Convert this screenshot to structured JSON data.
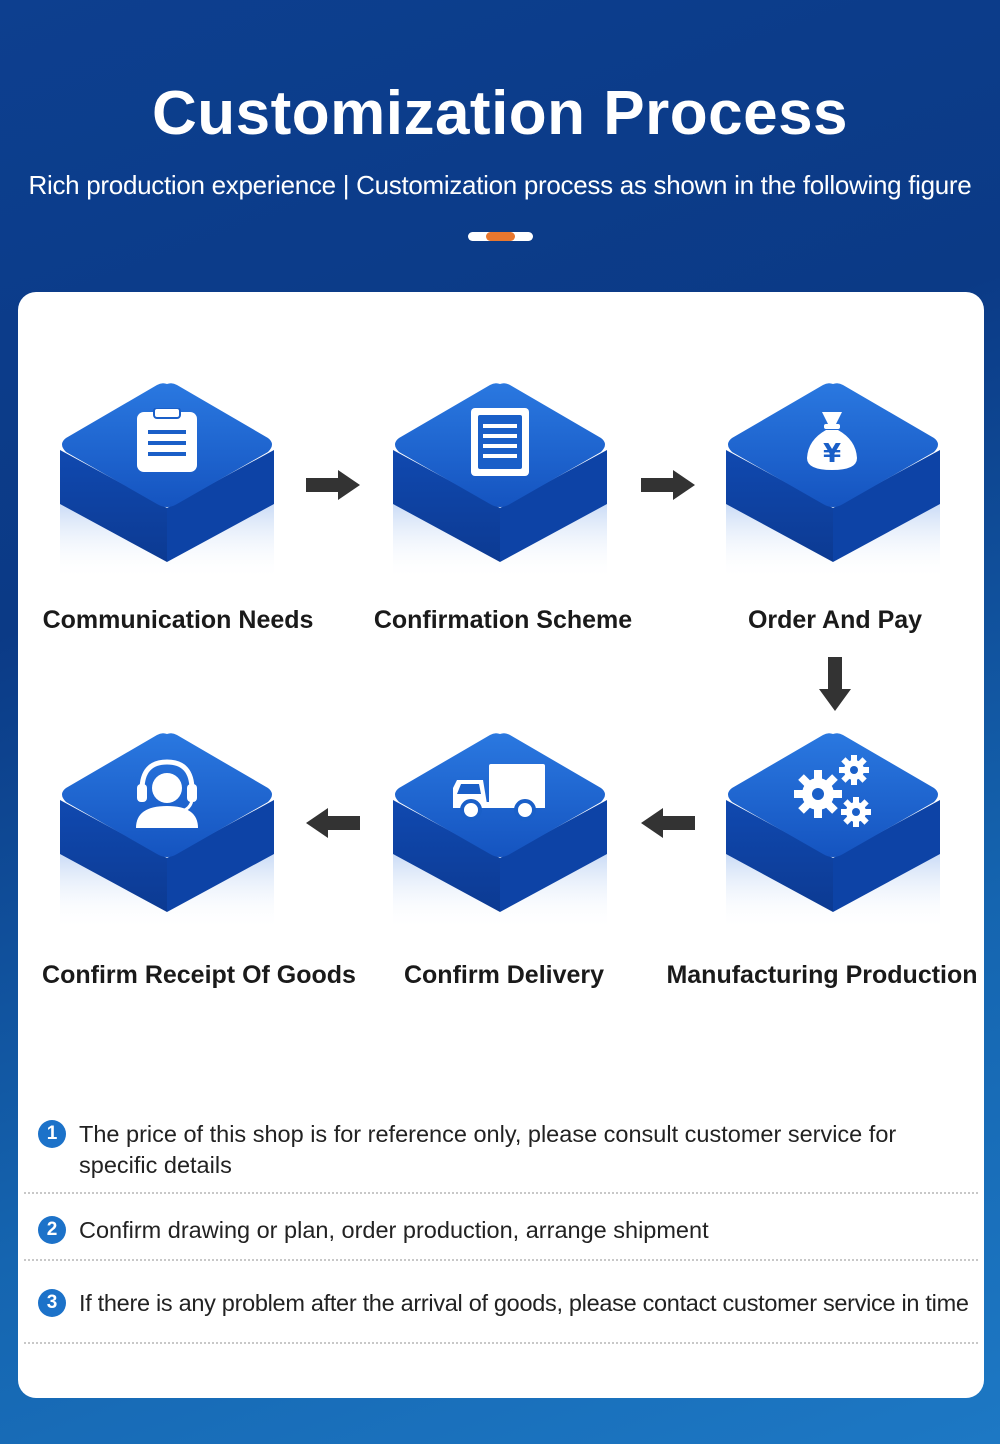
{
  "header": {
    "title": "Customization Process",
    "subtitle": "Rich production experience | Customization process as shown in the following figure"
  },
  "steps": [
    {
      "label": "Communication Needs",
      "icon": "clipboard-icon"
    },
    {
      "label": "Confirmation Scheme",
      "icon": "document-icon"
    },
    {
      "label": "Order And Pay",
      "icon": "money-bag-icon"
    },
    {
      "label": "Manufacturing Production",
      "icon": "gears-icon"
    },
    {
      "label": "Confirm Delivery",
      "icon": "truck-icon"
    },
    {
      "label": "Confirm Receipt Of Goods",
      "icon": "headset-icon"
    }
  ],
  "notes": [
    {
      "number": "1",
      "text": "The price of this shop is for reference only, please consult customer service for specific details"
    },
    {
      "number": "2",
      "text": "Confirm drawing or plan, order production, arrange shipment"
    },
    {
      "number": "3",
      "text": "If there is any problem after the arrival of goods, please contact customer service in time"
    }
  ],
  "colors": {
    "block_top": "#1a5fc8",
    "block_side": "#0f3e9c",
    "accent": "#e8772e",
    "badge": "#1c72c9"
  }
}
